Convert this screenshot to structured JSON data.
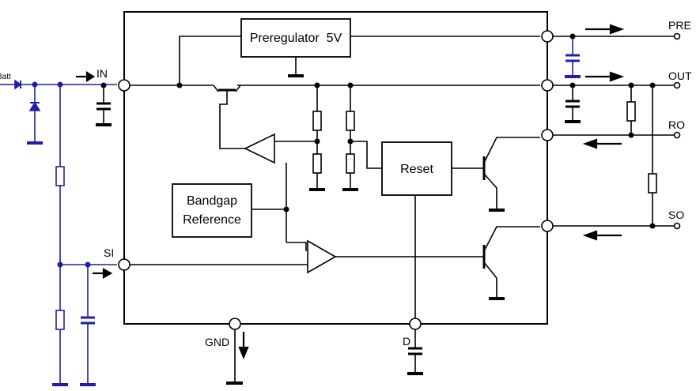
{
  "pins": {
    "in": "IN",
    "si": "SI",
    "gnd": "GND",
    "d": "D",
    "pre": "PRE",
    "out": "OUT",
    "ro": "RO",
    "so": "SO",
    "batt": "Batt"
  },
  "blocks": {
    "preregulator": "Preregulator  5V",
    "reset": "Reset",
    "bandgap_line1": "Bandgap",
    "bandgap_line2": "Reference"
  },
  "colors": {
    "internal": "#000000",
    "external": "#1f1fa8"
  }
}
